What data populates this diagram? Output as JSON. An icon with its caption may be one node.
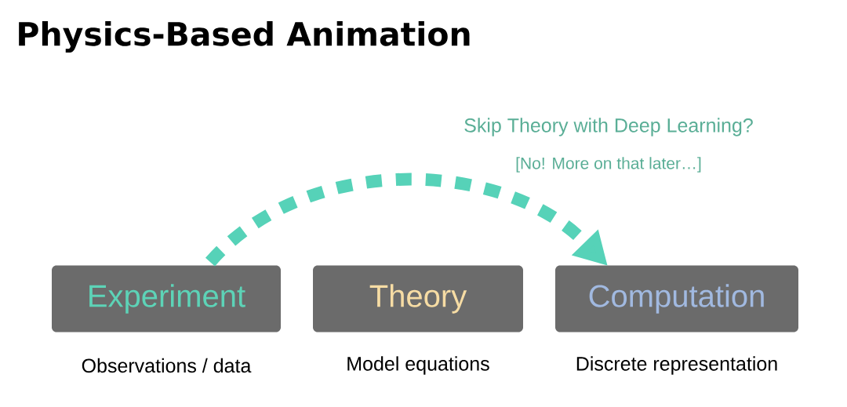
{
  "diagram": {
    "title": "Physics-Based Animation",
    "nodes": [
      {
        "text": [
          "Experiment"
        ],
        "beside": [
          "Observations / data"
        ]
      },
      {
        "text": [
          "Theory"
        ],
        "beside": [
          "Model equations"
        ]
      },
      {
        "text": [
          "Computation"
        ],
        "beside": [
          "Discrete representation"
        ]
      }
    ],
    "edges": [
      {
        "from": 0,
        "to": 2,
        "arrow": "to",
        "style": "dashed",
        "label": "Skip Theory with Deep Learning?"
      }
    ],
    "labels": [
      "[No! More on that later…]"
    ]
  }
}
